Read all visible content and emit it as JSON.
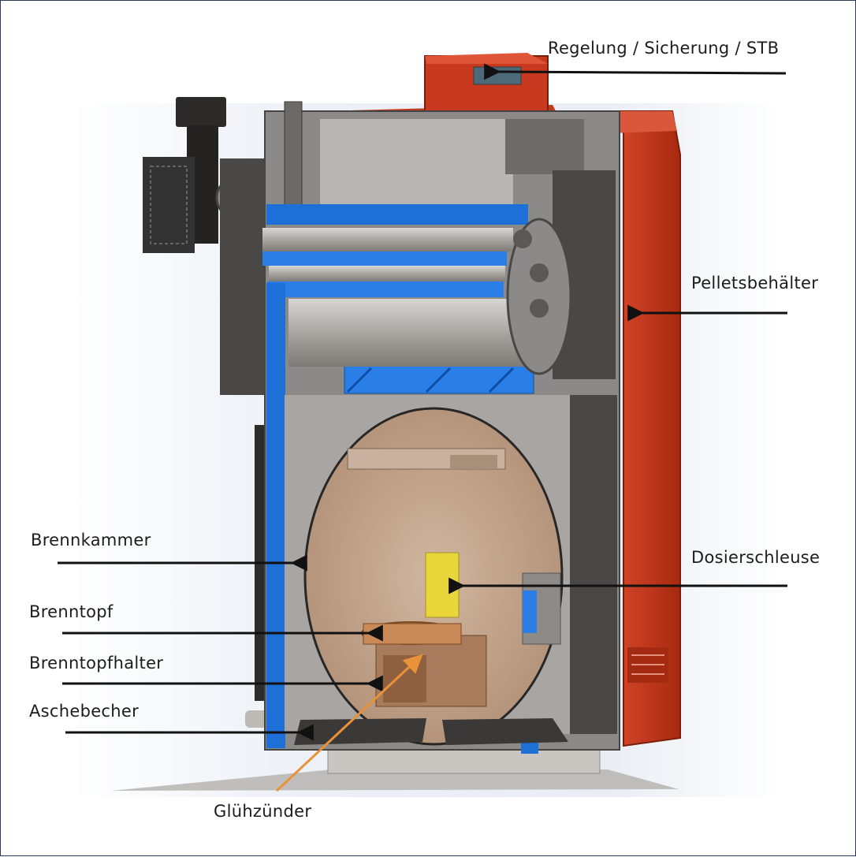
{
  "labels": {
    "regelung": "Regelung / Sicherung / STB",
    "pelletsbehaelter": "Pelletsbehälter",
    "brennkammer": "Brennkammer",
    "dosierschleuse": "Dosierschleuse",
    "brenntopf": "Brenntopf",
    "brenntopfhalter": "Brenntopfhalter",
    "aschebecher": "Aschebecher",
    "gluehzuender": "Glühzünder"
  },
  "colors": {
    "boiler_red": "#c8391f",
    "water_jacket_blue": "#1e6fd6",
    "steel_grey": "#8c8a88",
    "dark_grey": "#4a4846",
    "chamber_tan": "#c9a98f",
    "doser_yellow": "#e8d63a",
    "igniter_arrow": "#e8923a",
    "leader_line": "#111111"
  }
}
